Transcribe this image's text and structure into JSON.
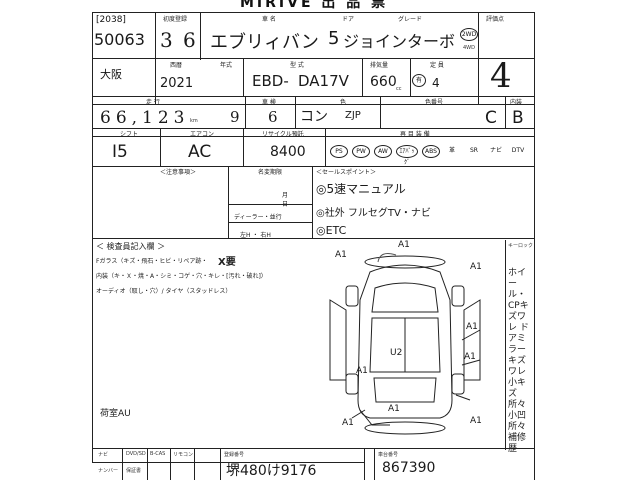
{
  "header": {
    "title": "MIRIVE 出 品 票"
  },
  "left": {
    "lot_prefix": "[2038]",
    "lot_number": "50063",
    "region": "大阪",
    "note": "荷室AU"
  },
  "labels": {
    "first_reg": "初度登録",
    "car_name": "車 名",
    "door": "ドア",
    "grade": "グレード",
    "rating": "評価点",
    "year": "西暦",
    "model_year": "年式",
    "model": "型 式",
    "displacement": "排気量",
    "capacity": "定 員",
    "mileage": "走 行",
    "mileage_unit": "km",
    "shaken": "車 検",
    "color": "色",
    "color_code": "色番号",
    "interior": "内装",
    "shift": "シフト",
    "aircon": "エアコン",
    "recycle": "リサイクル預託",
    "options_title": "再 目 装 備",
    "note_title": "＜注意事項＞",
    "names_title": "名変期限",
    "name_month": "月",
    "name_day": "日",
    "name_deadline": "名変期限",
    "dealer": "ディーラー・並行",
    "handle": "左H ・ 右H",
    "sales_title": "＜セールスポイント＞",
    "inspector_title": "＜ 検査員記入欄 ＞",
    "glass_line": "Fガラス（キズ・飛石・ヒビ・リペア跡・",
    "glass_x": "X要",
    "interior_line": "内装（キ・Ｘ・焼・A・シミ・コゲ・穴・キレ・[汚れ・破れ]）",
    "audio_line": "オーディオ（取し・穴）/ タイヤ（スタッドレス）",
    "km_mark": "キーロック",
    "bottom_col1": "ナビ",
    "bottom_col2": "DVD/SD",
    "bottom_col3": "B-CAS",
    "bottom_col4": "リモコン",
    "bottom_plate": "登録番号",
    "bottom_vin": "車台番号",
    "bottom_row2": "ナンバー",
    "bottom_row2b": "保証書"
  },
  "values": {
    "first_reg_year": "3",
    "first_reg_month": "6",
    "car_name": "エブリィバン",
    "door": "5",
    "grade": "ジョインターボ",
    "year": "2021",
    "model_prefix": "EBD-",
    "model": "DA17V",
    "displacement": "660",
    "capacity": "4",
    "rating": "4",
    "mileage": "66,123",
    "shaken_year": "9",
    "shaken_month": "6",
    "color": "コン",
    "color_code": "ZJP",
    "color_mark": "C",
    "interior": "B",
    "shift": "I5",
    "aircon": "AC",
    "recycle": "8400",
    "sales_1": "◎5速マニュアル",
    "sales_2": "◎社外 フルセグTV・ナビ",
    "sales_3": "◎ETC",
    "plate": "堺480け9176",
    "vin": "867390"
  },
  "options": [
    "PS",
    "PW",
    "AW",
    "ｴｱﾊﾞｯｸﾞ",
    "ABS",
    "革",
    "SR",
    "ナビ",
    "DTV"
  ],
  "side_notes": "ホイール・CPキズワレ ドアミラーキズワレ 小キズ所々 小凹所々 補修歴",
  "damage_marks": [
    "A1",
    "A1",
    "A1",
    "A1",
    "U2",
    "A1",
    "A1",
    "A1",
    "A1",
    "A1"
  ]
}
